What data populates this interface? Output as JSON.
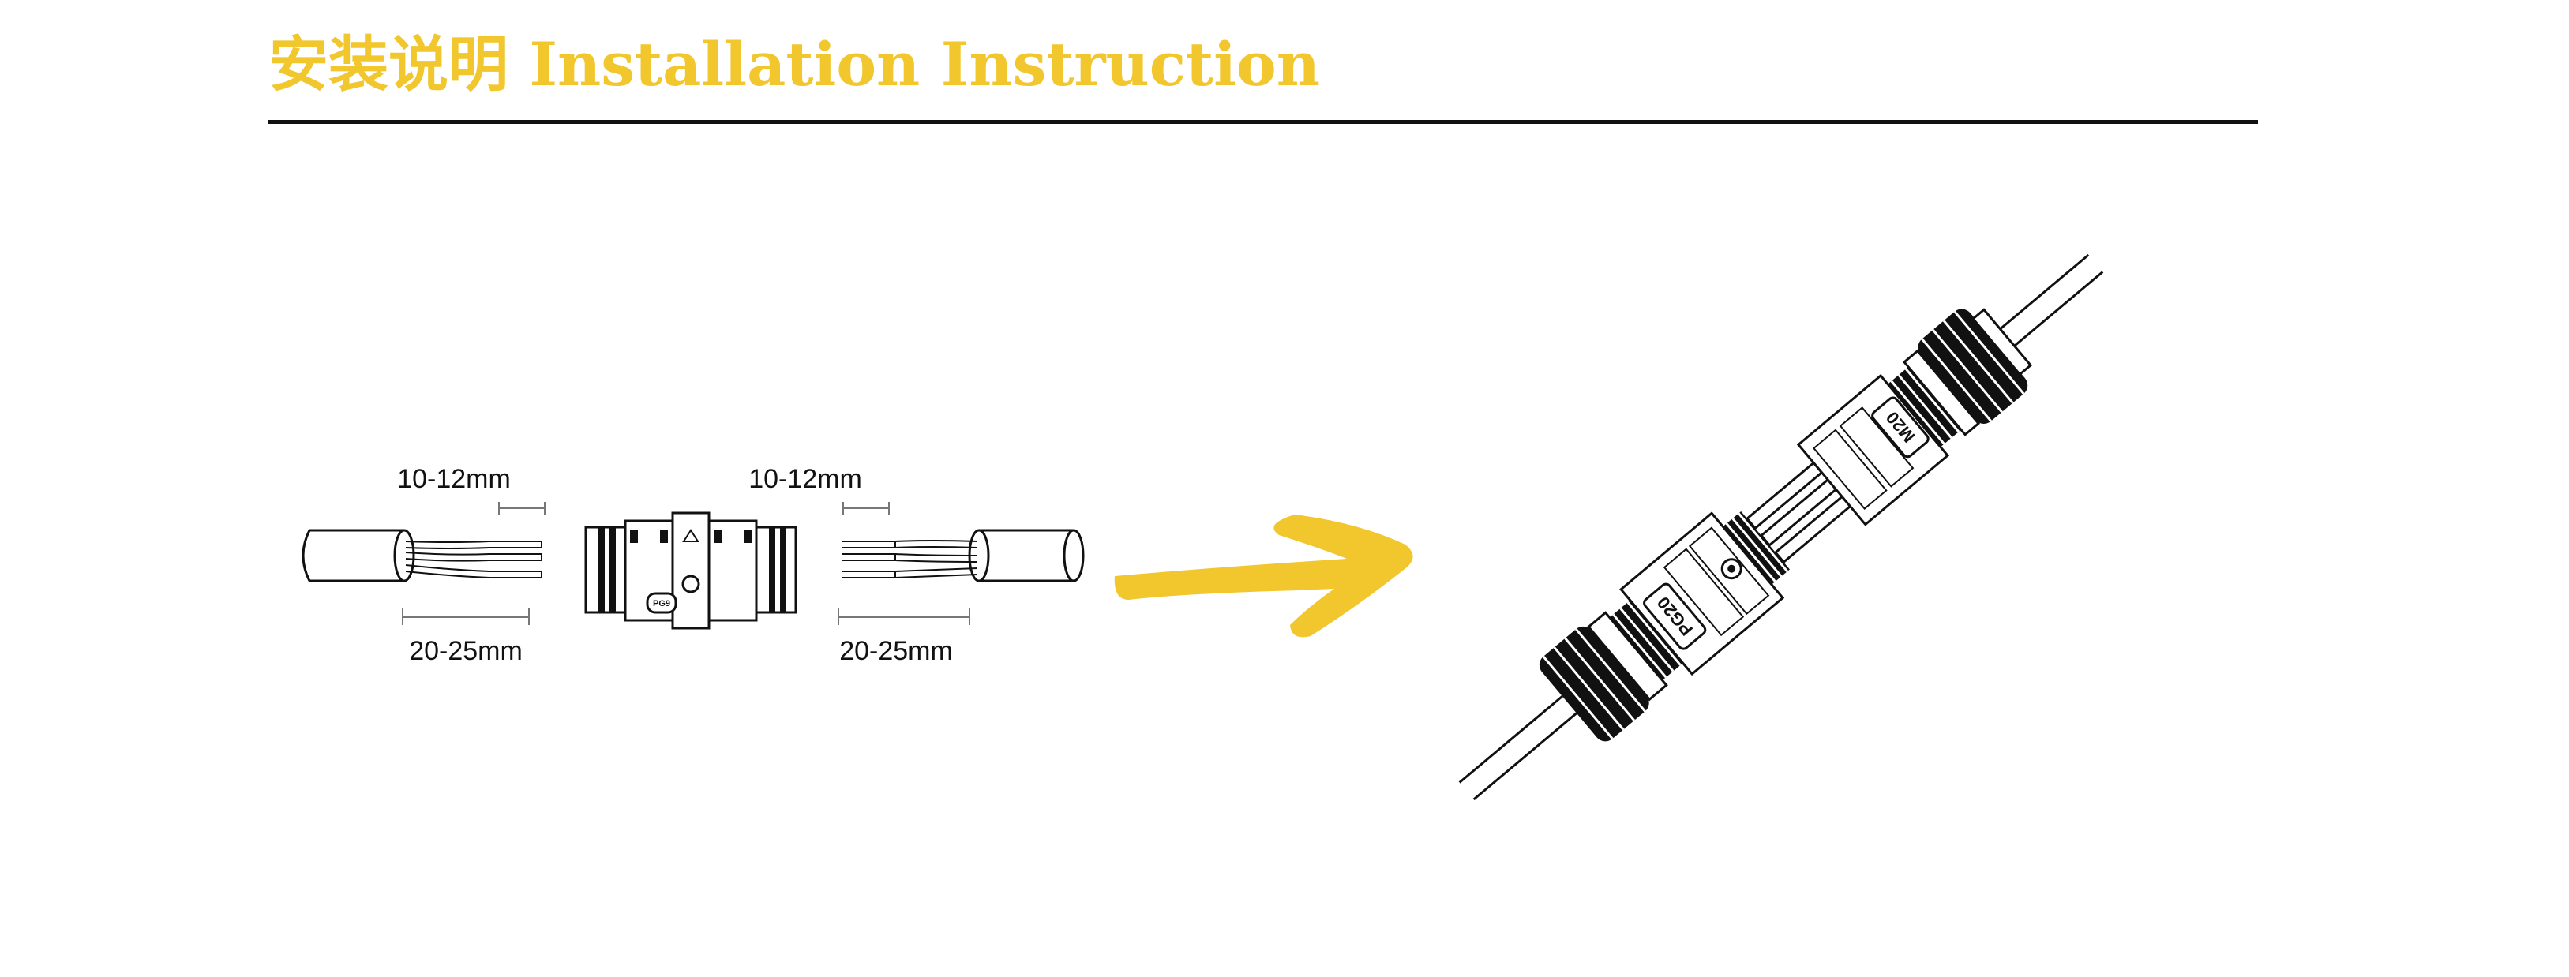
{
  "header": {
    "title": "安装说明 Installation Instruction"
  },
  "left_diagram": {
    "strip_short_left": "10-12mm",
    "strip_long_left": "20-25mm",
    "strip_short_right": "10-12mm",
    "strip_long_right": "20-25mm",
    "connector_mark": "PG9"
  },
  "right_diagram": {
    "mark_top": "M20",
    "mark_bottom": "PG20"
  },
  "colors": {
    "accent": "#f1c72d",
    "line": "#111111"
  }
}
